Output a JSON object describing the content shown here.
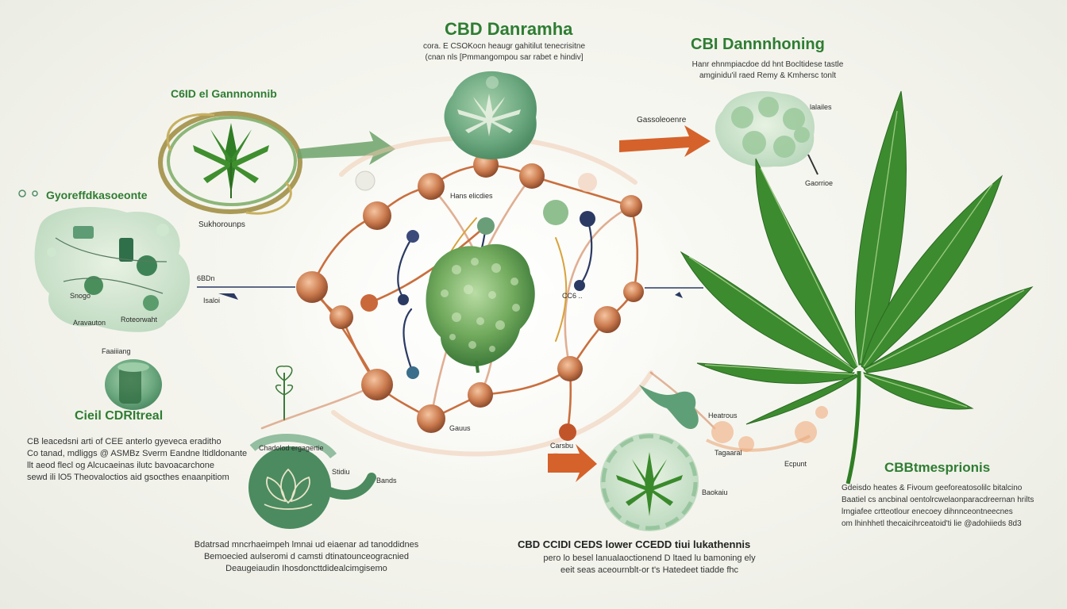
{
  "titles": {
    "top_center": "CBD Danramha",
    "top_right": "CBI Dannnhoning",
    "left_upper": "C6ID el Gannnonnib",
    "left_mid": "Gyoreffdkasoeonte",
    "left_lower": "Cieil CDRItreal",
    "right_lower": "CBBtmesprionis",
    "bottom_center": "CBD CCIDI CEDS lower CCEDD tiui lukathennis"
  },
  "paragraphs": {
    "top_center": [
      "cora. E CSOKocn heaugr gahitilut tenecrisitne",
      "(cnan nls [Pmmangompou sar rabet e hindiv]"
    ],
    "top_right": [
      "Hanr ehnmpiacdoe dd hnt Bocltidese tastle",
      "amginidu'il raed Remy & Kmhersc tonlt"
    ],
    "left_lower": [
      "CB leacedsni arti of CEE anterlo gyeveca eraditho",
      "Co tanad, mdliggs @ ASMBz Sverm Eandne ltidldonante",
      "llt aeod flecl og Alcucaeinas ilutc bavoacarchone",
      "sewd ili lO5 Theovaloctios aid gsocthes enaanpitiom"
    ],
    "right_lower": [
      "Gdeisdo heates & Fivoum geeforeatosolilc bitalcino",
      "Baatiel cs ancbinal oentolrcwelaonparacdreernan hrilts",
      "lrngiafee crtteotlour enecoey dihnnceontneecnes",
      "om lhinhhetl thecaicihrceatoid'ti lie @adohiieds 8d3"
    ],
    "bottom_left": [
      "Bdatrsad mncrhaeimpeh lmnai ud eiaenar ad tanoddidnes",
      "Bemoecied aulseromi d camsti dtinatounceogracnied",
      "Deaugeiaudin Ihosdoncttdidealcimgisemo"
    ],
    "bottom_center": [
      "pero lo besel lanualaoctionend D ltaed lu bamoning ely",
      "eeit seas aceournblt-or t's Hatedeet tiadde fhc"
    ]
  },
  "labels": {
    "gassolcomo": "Gassoleoenre",
    "lalailes": "lalailes",
    "gaorrioe": "Gaorrioe",
    "hansalies": "Hans elicdies",
    "sukhoronpe": "Sukhorounps",
    "cbdn": "6BDn",
    "isalol": "Isaloi",
    "snogo": "Snogo",
    "aravauton": "Aravauton",
    "roteorwat": "Roteorwaht",
    "coe": "CC6 ..",
    "chadolad": "Chadolod ergagertie",
    "stidiiu": "Stidiu",
    "bancds": "Bands",
    "caaus": "Gauus",
    "carsbu": "Carsbu",
    "heatrous": "Heatrous",
    "tagaaral": "Tagaaral",
    "faaiiia": "Faaiiiang",
    "baokaiu": "Baokaiu",
    "ecpunt": "Ecpunt"
  },
  "colors": {
    "leaf_green": "#3d8b2f",
    "bubble_green": "#5f9f77",
    "arrow_orange": "#d5622a",
    "node_copper": "#c9794a",
    "dark_navy": "#2b3a63"
  },
  "icons": [
    "cannabis-leaf-icon",
    "arrow-icon",
    "molecule-node-icon",
    "plant-sprout-icon",
    "lotus-icon"
  ]
}
